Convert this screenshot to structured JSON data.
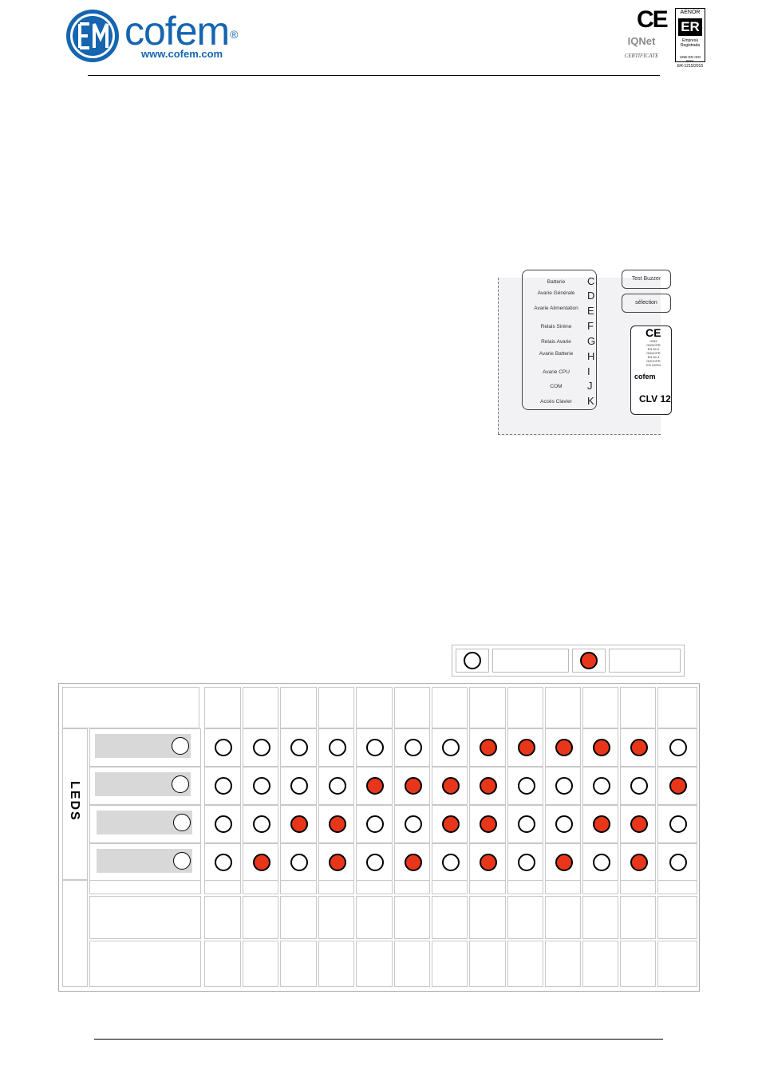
{
  "header": {
    "brand": "cofem",
    "registered": "®",
    "url": "www.cofem.com",
    "ce_mark": "CE",
    "iqnet_name": "IQNet",
    "iqnet_certificate": "CERTIFICATE",
    "aenor_label": "AENOR",
    "aenor_er": "ER",
    "aenor_sub": "Empresa Registrada",
    "aenor_cert": "UNE-EN ISO 9001",
    "aenor_number": "ER-1215/2015"
  },
  "panel": {
    "rows": [
      {
        "label": "Batterie",
        "letter": "C"
      },
      {
        "label": "Avarie Générale",
        "letter": "D"
      },
      {
        "label": "Avarie Alimentation",
        "letter": "E"
      },
      {
        "label": "Relais Sirène",
        "letter": "F"
      },
      {
        "label": "Relais Avarie",
        "letter": "G"
      },
      {
        "label": "Avarie Batterie",
        "letter": "H"
      },
      {
        "label": "Avarie CPU",
        "letter": "I"
      },
      {
        "label": "COM",
        "letter": "J"
      },
      {
        "label": "Accès Clavier",
        "letter": "K"
      }
    ],
    "button_test": "Test Buzzer",
    "button_select": "sélection",
    "plate_ce": "CE",
    "plate_brand": "cofem",
    "plate_model": "CLV 12"
  },
  "led_table": {
    "vertical_label": "LEDS",
    "states": [
      [
        false,
        false,
        false,
        false,
        false,
        false,
        false,
        true,
        true,
        true,
        true,
        true
      ],
      [
        false,
        false,
        false,
        false,
        true,
        true,
        true,
        true,
        false,
        false,
        false,
        false,
        true
      ],
      [
        false,
        false,
        true,
        true,
        false,
        false,
        true,
        true,
        false,
        false,
        true,
        true,
        false
      ],
      [
        false,
        true,
        false,
        true,
        false,
        true,
        false,
        true,
        false,
        true,
        false,
        true,
        false
      ]
    ]
  },
  "colors": {
    "led_on": "#e8361a",
    "brand_blue": "#1565b0"
  }
}
